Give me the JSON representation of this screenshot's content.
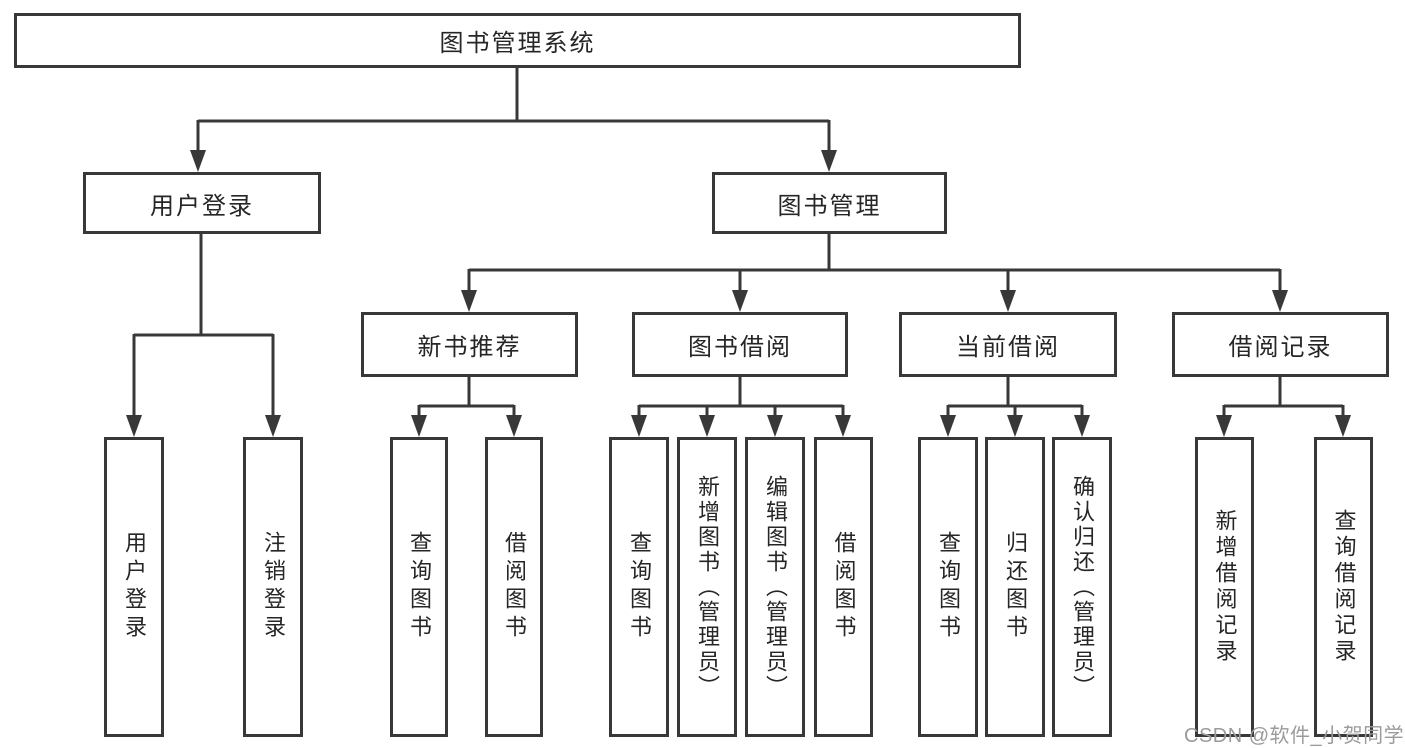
{
  "diagram": {
    "tree": {
      "label": "图书管理系统",
      "children": [
        {
          "label": "用户登录",
          "children": [
            {
              "label": "用户登录"
            },
            {
              "label": "注销登录"
            }
          ]
        },
        {
          "label": "图书管理",
          "children": [
            {
              "label": "新书推荐",
              "children": [
                {
                  "label": "查询图书"
                },
                {
                  "label": "借阅图书"
                }
              ]
            },
            {
              "label": "图书借阅",
              "children": [
                {
                  "label": "查询图书"
                },
                {
                  "label": "新增图书（管理员）"
                },
                {
                  "label": "编辑图书（管理员）"
                },
                {
                  "label": "借阅图书"
                }
              ]
            },
            {
              "label": "当前借阅",
              "children": [
                {
                  "label": "查询图书"
                },
                {
                  "label": "归还图书"
                },
                {
                  "label": "确认归还（管理员）"
                }
              ]
            },
            {
              "label": "借阅记录",
              "children": [
                {
                  "label": "新增借阅记录"
                },
                {
                  "label": "查询借阅记录"
                }
              ]
            }
          ]
        }
      ]
    },
    "colors": {
      "line": "#383838",
      "text": "#262626",
      "background": "#ffffff",
      "watermark": "#9b9b9b"
    }
  },
  "watermark": {
    "text": "CSDN @软件_小贺同学"
  }
}
